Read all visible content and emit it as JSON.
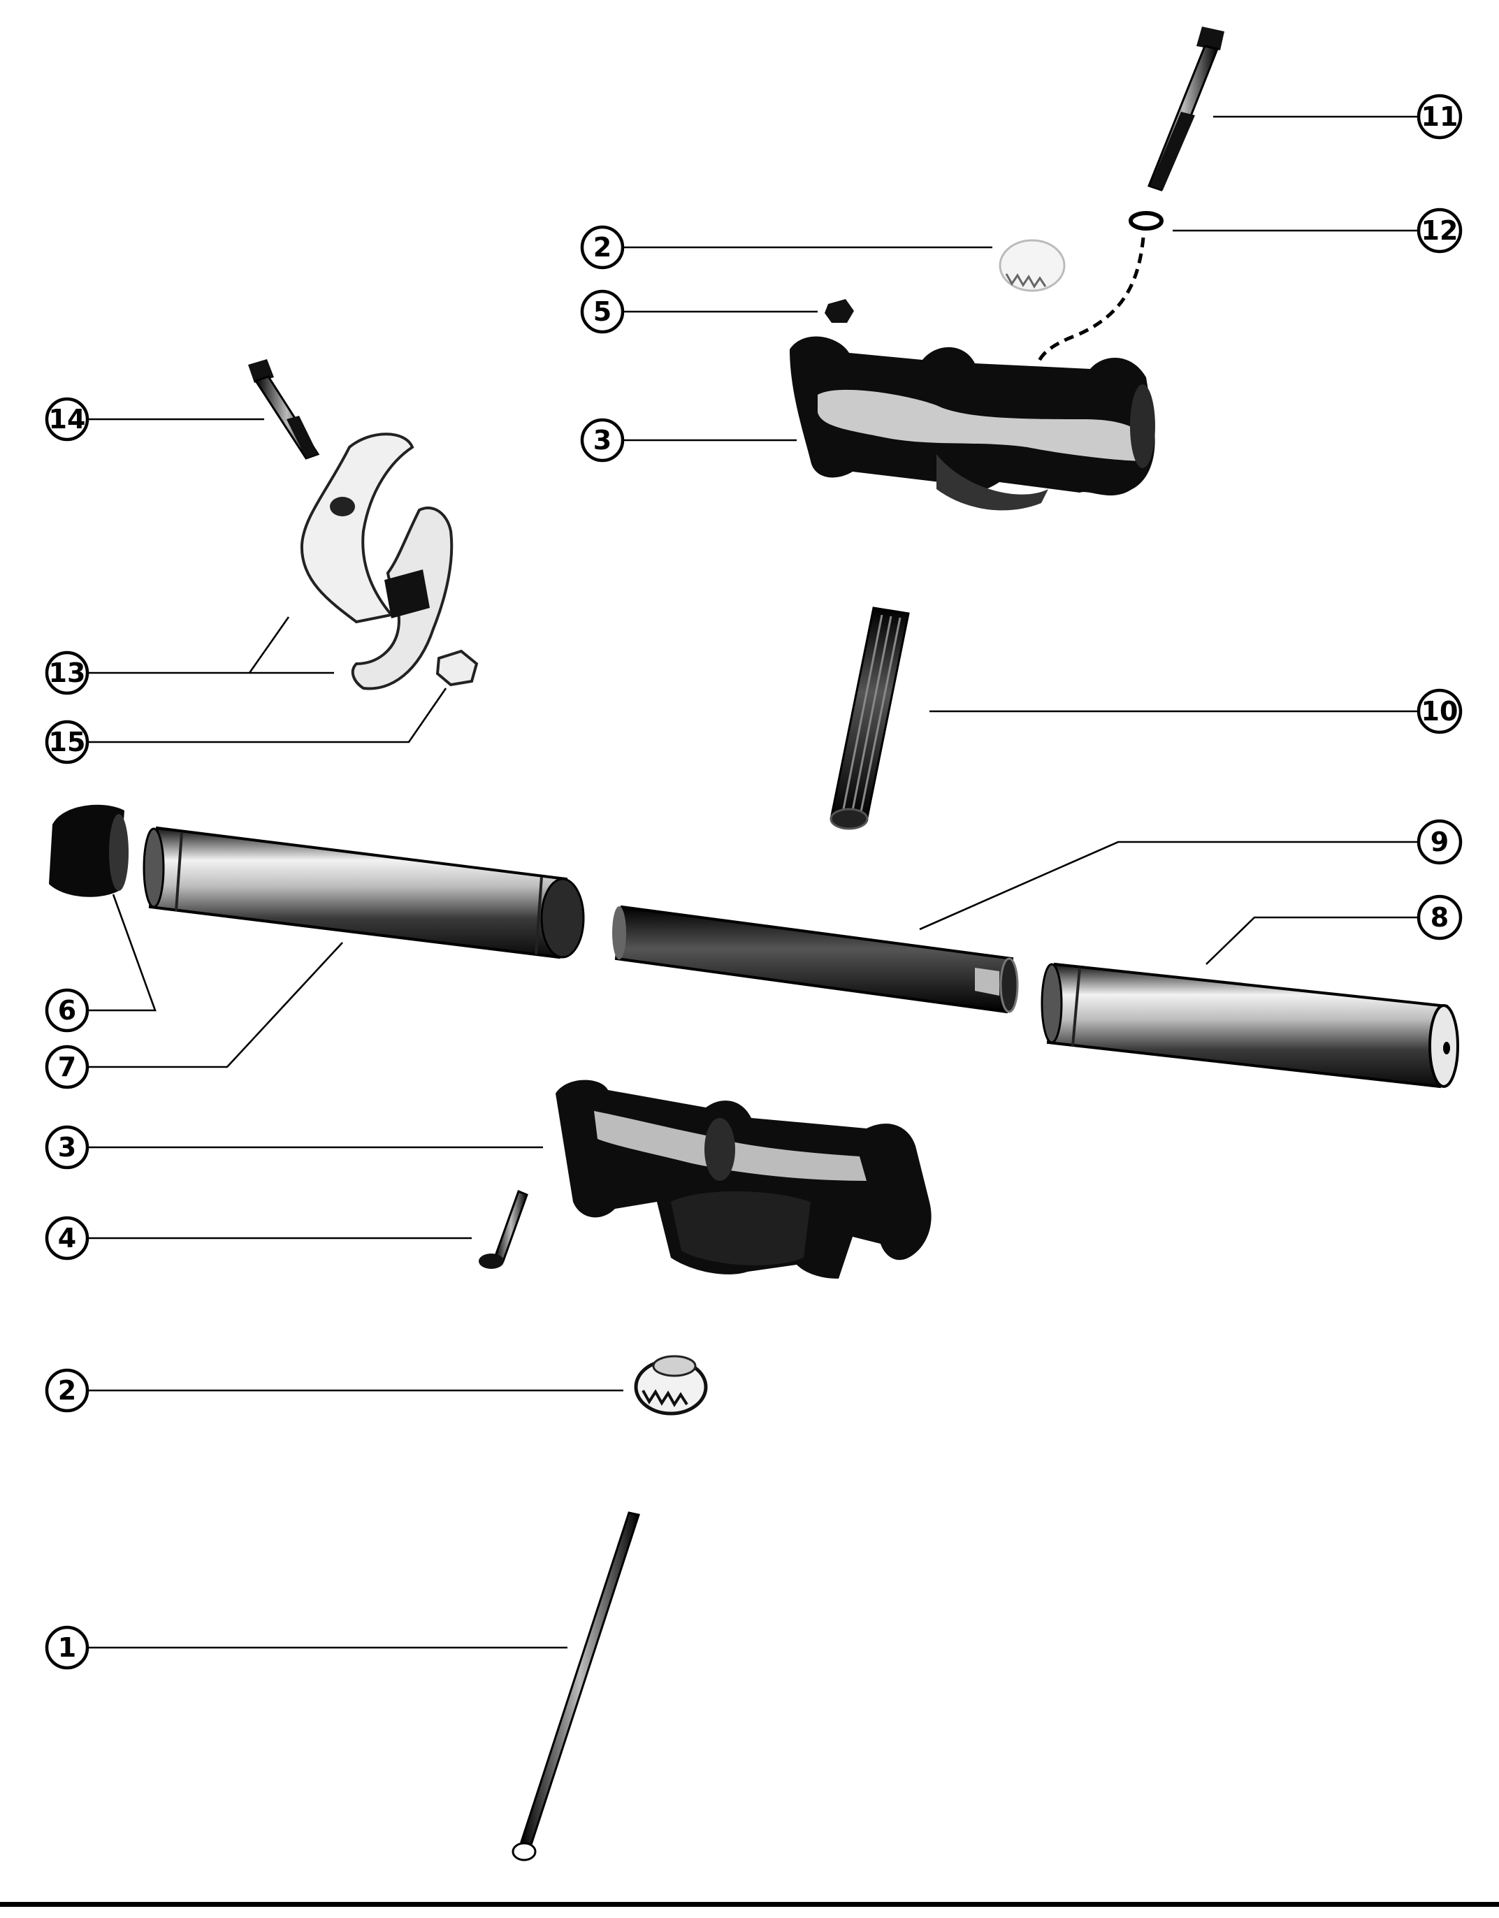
{
  "diagram": {
    "type": "exploded-parts-view",
    "callouts": [
      {
        "id": "c14",
        "num": "14"
      },
      {
        "id": "c13",
        "num": "13"
      },
      {
        "id": "c15",
        "num": "15"
      },
      {
        "id": "c6",
        "num": "6"
      },
      {
        "id": "c7",
        "num": "7"
      },
      {
        "id": "c3-lower",
        "num": "3"
      },
      {
        "id": "c4",
        "num": "4"
      },
      {
        "id": "c2-lower",
        "num": "2"
      },
      {
        "id": "c1",
        "num": "1"
      },
      {
        "id": "c2-upper",
        "num": "2"
      },
      {
        "id": "c5",
        "num": "5"
      },
      {
        "id": "c3-upper",
        "num": "3"
      },
      {
        "id": "c11",
        "num": "11"
      },
      {
        "id": "c12",
        "num": "12"
      },
      {
        "id": "c10",
        "num": "10"
      },
      {
        "id": "c9",
        "num": "9"
      },
      {
        "id": "c8",
        "num": "8"
      }
    ],
    "colors": {
      "ink": "#000000",
      "paper": "#ffffff",
      "metal_dark": "#1a1a1a",
      "metal_light": "#d9d9d9"
    }
  }
}
